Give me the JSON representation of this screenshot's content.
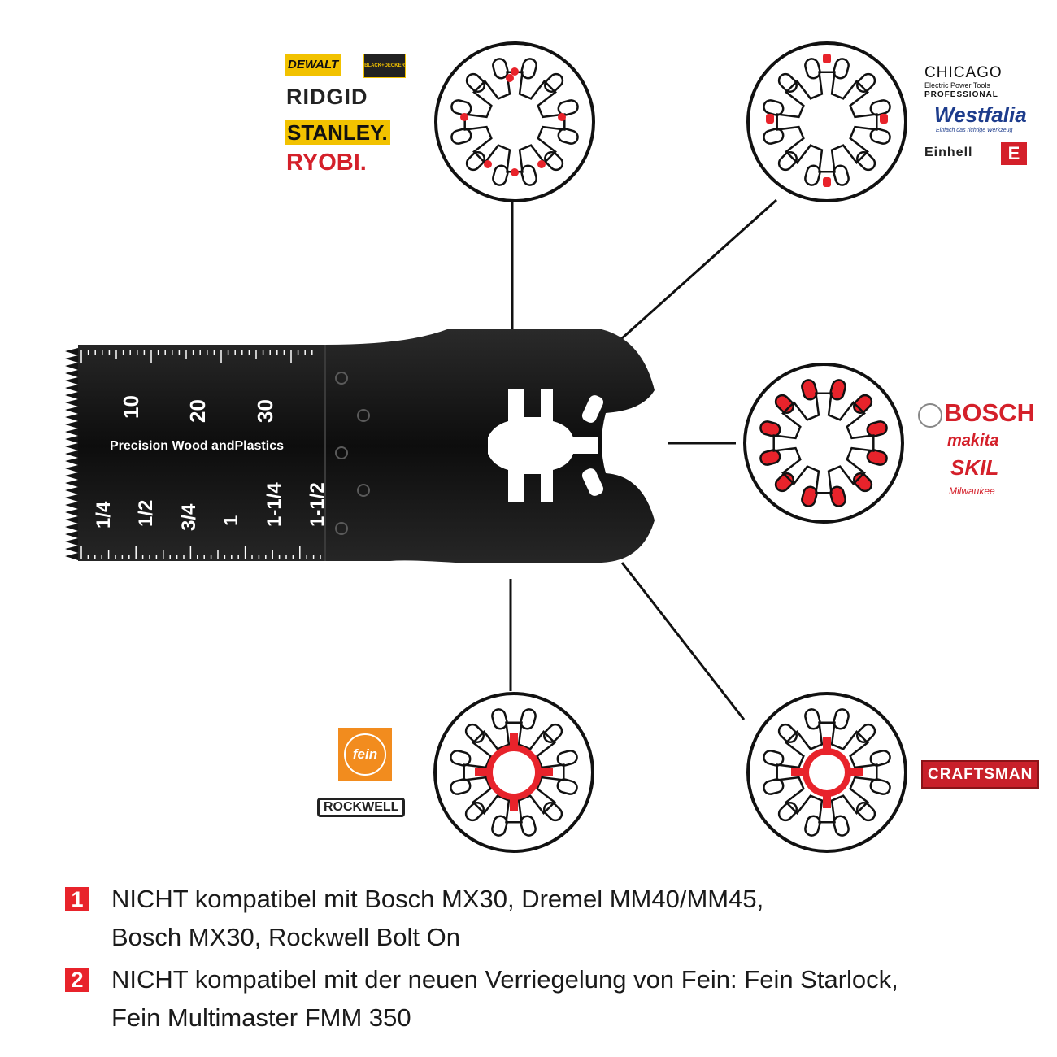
{
  "blade": {
    "ruler_mm": [
      "10",
      "20",
      "30"
    ],
    "caption": "Precision Wood andPlastics",
    "ruler_inch": [
      "1/4",
      "1/2",
      "3/4",
      "1",
      "1-1/4",
      "1-1/2"
    ]
  },
  "brand_groups": {
    "top_left": [
      "DEWALT",
      "BLACK+DECKER",
      "RIDGID",
      "STANLEY.",
      "RYOBI."
    ],
    "top_right": [
      "CHICAGO",
      "Electric Power Tools",
      "PROFESSIONAL",
      "Westfalia",
      "Einfach das richtige Werkzeug",
      "Einhell"
    ],
    "middle_right": [
      "BOSCH",
      "makita",
      "SKIL",
      "Milwaukee"
    ],
    "bottom_left": [
      "fein",
      "ROCKWELL"
    ],
    "bottom_right": [
      "CRAFTSMAN"
    ]
  },
  "notes": [
    {
      "number": "1",
      "line1": "NICHT kompatibel mit Bosch MX30, Dremel MM40/MM45,",
      "line2": "Bosch MX30, Rockwell Bolt On"
    },
    {
      "number": "2",
      "line1": "NICHT kompatibel mit der neuen Verriegelung von Fein: Fein Starlock,",
      "line2": "Fein Multimaster FMM 350"
    }
  ],
  "colors": {
    "accent_red": "#e8232b",
    "blade": "#141414",
    "line": "#111111"
  }
}
